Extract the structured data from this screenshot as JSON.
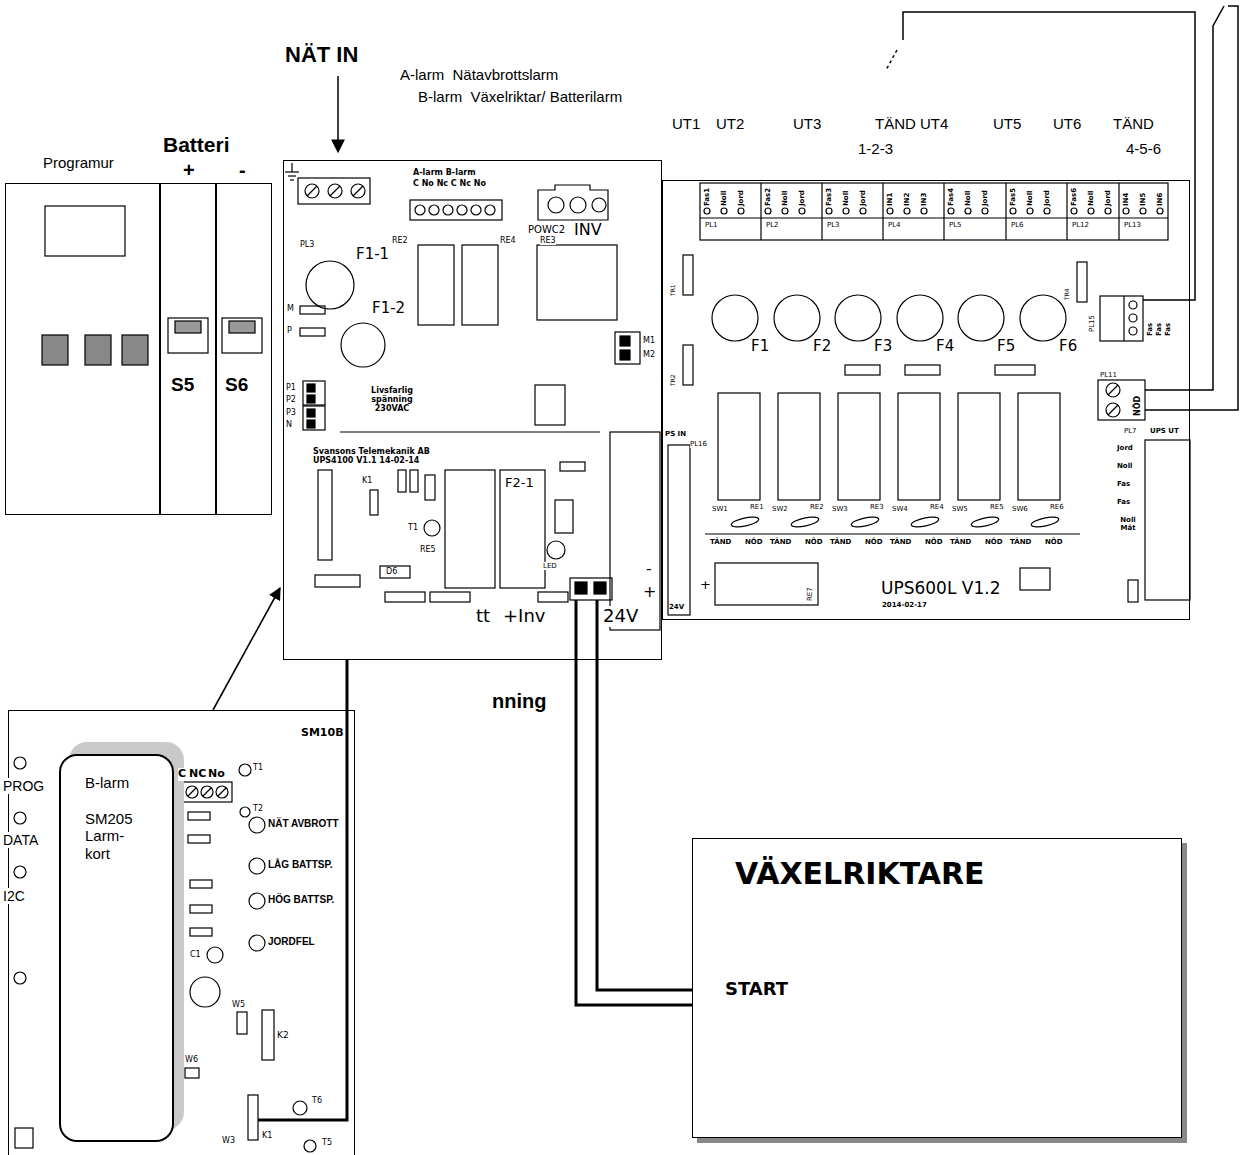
{
  "diagram": {
    "nodes": [
      {
        "text": [
          "Programur"
        ]
      },
      {
        "text": [
          "+",
          "S5"
        ]
      },
      {
        "text": [
          "-",
          "S6"
        ]
      },
      {
        "text": [
          "Svansons Telemekanik AB UPS4100 V1.1 14-02-14"
        ]
      },
      {
        "text": [
          "UPS600L V1.2"
        ]
      },
      {
        "text": [
          "SM10B"
        ]
      },
      {
        "text": [
          "B-larm",
          "SM205 Larm-kort"
        ],
        "in": 5
      },
      {
        "text": [
          "VÄXELRIKTARE",
          "START"
        ]
      }
    ],
    "edges": [
      {
        "from": 7,
        "to": 3,
        "arrow": "none"
      },
      {
        "from": 5,
        "to": 3,
        "arrow": "none"
      },
      {
        "from": 5,
        "to": 3,
        "arrow": "to"
      }
    ],
    "labels": [
      "NÄT IN",
      "A-larm  Nätavbrottslarm",
      "B-larm  Växelriktar/ Batterilarm",
      "UT1",
      "UT2",
      "UT3",
      "TÄND",
      "UT4",
      "UT5",
      "UT6",
      "TÄND",
      "1-2-3",
      "4-5-6",
      "Batteri",
      "nning",
      "A-larm B-larm",
      "C No Nc C Nc No",
      "POWC2",
      "INV",
      "PL3",
      "RE2",
      "RE4",
      "RE3",
      "F1-1",
      "F1-2",
      "Livsfarlig spänning 230VAC",
      "M",
      "P",
      "P1",
      "P2",
      "P3",
      "N",
      "M1",
      "M2",
      "K1",
      "T1",
      "RE5",
      "F2-1",
      "LED",
      "D6",
      "tt",
      "+Inv",
      "24V",
      "-",
      "+",
      "PS IN",
      "PL16",
      "24V",
      "+",
      "Fas1",
      "Noll",
      "Jord",
      "Fas2",
      "Noll",
      "Jord",
      "Fas3",
      "Noll",
      "Jord",
      "IN1",
      "IN2",
      "IN3",
      "Fas4",
      "Noll",
      "Jord",
      "Fas5",
      "Noll",
      "Jord",
      "Fas6",
      "Noll",
      "Jord",
      "IN4",
      "IN5",
      "IN6",
      "PL1",
      "PL2",
      "PL3",
      "PL4",
      "PL5",
      "PL6",
      "PL12",
      "PL13",
      "F1",
      "F2",
      "F3",
      "F4",
      "F5",
      "F6",
      "SW1",
      "SW2",
      "SW3",
      "SW4",
      "SW5",
      "SW6",
      "RE1",
      "RE2",
      "RE3",
      "RE4",
      "RE5",
      "RE6",
      "TÄND",
      "NÖD",
      "TÄND",
      "NÖD",
      "TÄND",
      "NÖD",
      "TÄND",
      "NÖD",
      "TÄND",
      "NÖD",
      "TÄND",
      "NÖD",
      "RE7",
      "2014-02-17",
      "PL15",
      "Fas",
      "Fas",
      "Fas",
      "PL11",
      "NÖD",
      "PL7",
      "UPS UT",
      "Jord",
      "Noll",
      "Fas",
      "Fas",
      "Noll Mät",
      "TR1",
      "TR2",
      "TR4",
      "PROG",
      "DATA",
      "I2C",
      "C",
      "NC",
      "No",
      "NÄT AVBROTT",
      "LÅG BATTSP.",
      "HÖG BATTSP.",
      "JORDFEL",
      "T1",
      "T2",
      "K2",
      "C1",
      "W5",
      "W6",
      "W3",
      "T6",
      "K1",
      "T5"
    ]
  }
}
